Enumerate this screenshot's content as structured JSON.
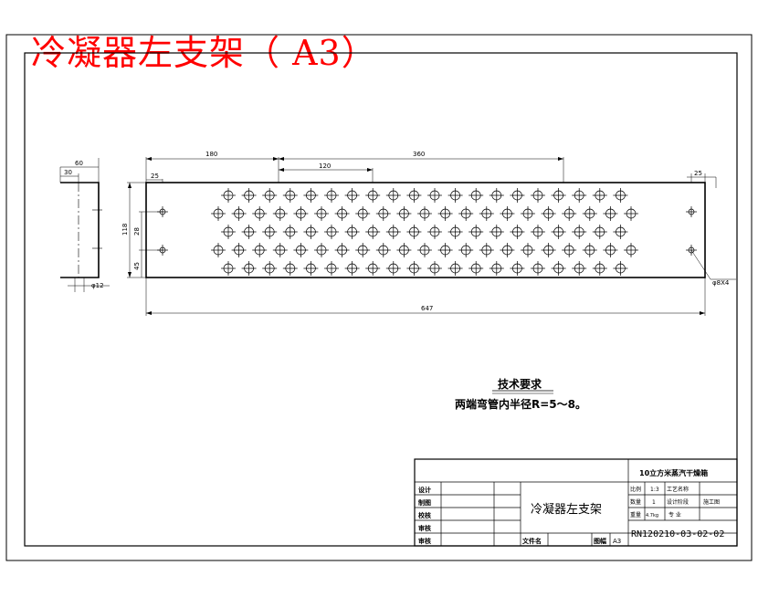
{
  "header": {
    "title": "冷凝器左支架（ A3）"
  },
  "dimensions": {
    "side_width": "60",
    "side_flange": "30",
    "side_hole": "φ12",
    "edge_offset_left": "25",
    "pitch_180": "180",
    "pitch_120": "120",
    "pitch_360": "360",
    "edge_offset_right": "25",
    "height": "118",
    "hole_spacing": "28",
    "bottom_offset": "45",
    "total_length": "647",
    "mount_holes": "φ8X4"
  },
  "requirements": {
    "heading": "技术要求",
    "text": "两端弯管内半径R=5～8。"
  },
  "title_block": {
    "project": "10立方米蒸汽干燥箱",
    "part_name": "冷凝器左支架",
    "drawing_no": "RN120210-03-02-02",
    "roles": [
      "设计",
      "制图",
      "校核",
      "审核",
      "审核"
    ],
    "scale_label": "比例",
    "scale_value": "1:3",
    "material_label": "工艺名称",
    "qty_label": "数量",
    "qty_value": "1",
    "design_stage_label": "设计阶段",
    "design_stage_value": "施工图",
    "weight_label": "重量",
    "weight_value": "4.7kg",
    "sheet_label": "专 业",
    "file_label": "文件名",
    "frame_label": "图幅",
    "frame_value": "A3"
  }
}
